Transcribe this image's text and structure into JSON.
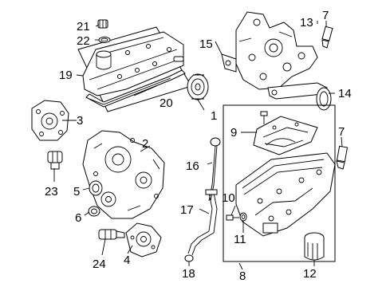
{
  "callouts": {
    "c1": "1",
    "c2": "2",
    "c3": "3",
    "c4": "4",
    "c5": "5",
    "c6": "6",
    "c7a": "7",
    "c7b": "7",
    "c8": "8",
    "c9": "9",
    "c10": "10",
    "c11": "11",
    "c12": "12",
    "c13": "13",
    "c14": "14",
    "c15": "15",
    "c16": "16",
    "c17": "17",
    "c18": "18",
    "c19": "19",
    "c20": "20",
    "c21": "21",
    "c22": "22",
    "c23": "23",
    "c24": "24"
  }
}
